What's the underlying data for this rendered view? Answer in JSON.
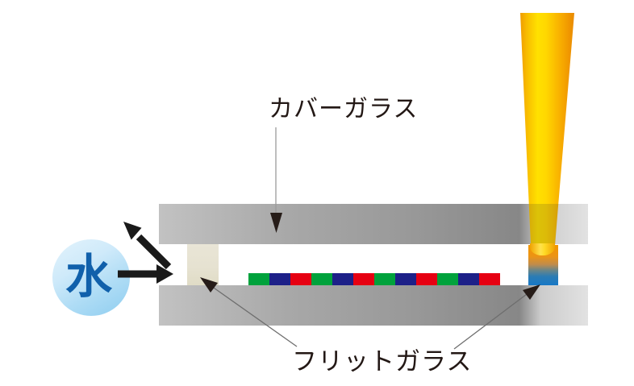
{
  "labels": {
    "cover_glass": "カバーガラス",
    "frit_glass": "フリットガラス",
    "water": "水"
  },
  "colors": {
    "glass_plate_light": "#c2c2c2",
    "glass_plate_dark": "#878787",
    "glass_plate_right_edge": "#e2e2e2",
    "frit_left_fill": "#e6e2d1",
    "frit_sealed_top": "#f29600",
    "frit_sealed_bottom": "#1778c6",
    "laser_orange": "#ef9c00",
    "laser_yellow": "#ffe100",
    "water_drop_light": "#e3f3fc",
    "water_drop_dark": "#8ecdf0",
    "water_text": "#1060ab",
    "label_text": "#231815",
    "arrow_black": "#1a1a1a",
    "pixel_green": "#00a23c",
    "pixel_navy": "#1d2088",
    "pixel_red": "#e60012"
  },
  "pixel_strip": {
    "segments": [
      "#00a23c",
      "#1d2088",
      "#e60012",
      "#00a23c",
      "#1d2088",
      "#e60012",
      "#00a23c",
      "#1d2088",
      "#e60012",
      "#00a23c",
      "#1d2088",
      "#e60012"
    ]
  }
}
